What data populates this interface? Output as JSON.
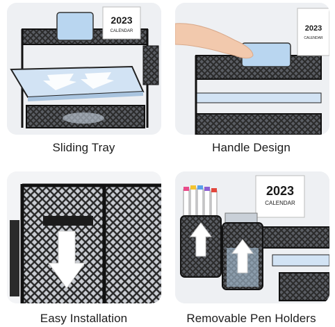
{
  "panels": [
    {
      "caption": "Sliding Tray",
      "calendar": {
        "year": "2023",
        "label": "CALENDAR"
      }
    },
    {
      "caption": "Handle Design",
      "calendar": {
        "year": "2023",
        "label": "CALENDAR"
      }
    },
    {
      "caption": "Easy Installation"
    },
    {
      "caption": "Removable Pen Holders",
      "calendar": {
        "year": "2023",
        "label": "CALENDAR"
      }
    }
  ],
  "colors": {
    "metal": "#1f1f1f",
    "paper_blue": "#cfe0f2",
    "arrow": "#ffffff",
    "background": "#f1f2f4"
  }
}
